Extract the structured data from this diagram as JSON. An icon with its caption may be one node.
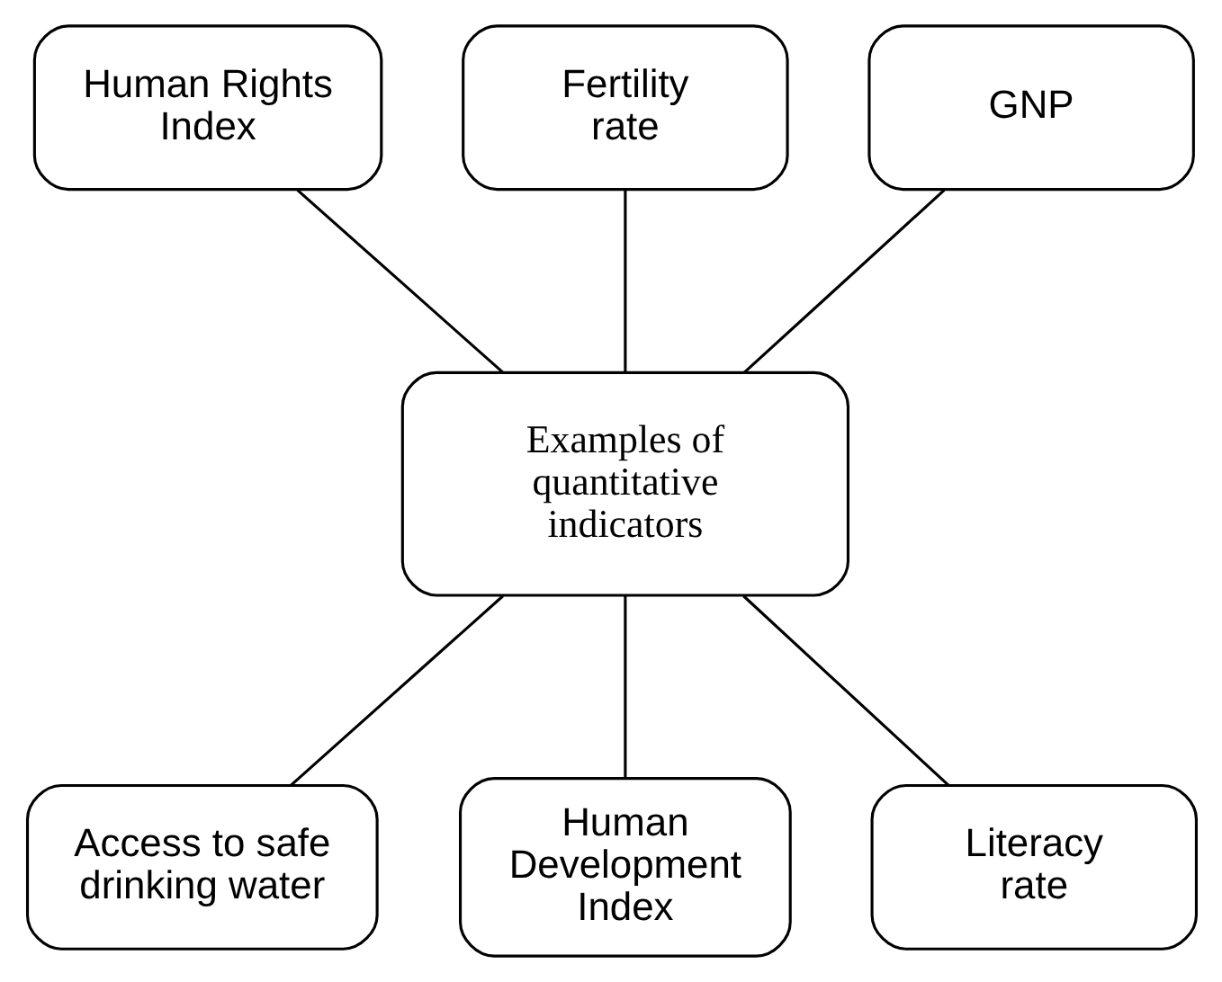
{
  "diagram": {
    "nodes": [
      {
        "text": [
          "Examples of quantitative indicators"
        ]
      },
      {
        "text": [
          "Human Rights Index"
        ]
      },
      {
        "text": [
          "Fertility rate"
        ]
      },
      {
        "text": [
          "GNP"
        ]
      },
      {
        "text": [
          "Access to safe drinking water"
        ]
      },
      {
        "text": [
          "Human Development Index"
        ]
      },
      {
        "text": [
          "Literacy rate"
        ]
      }
    ],
    "edges": [
      {
        "from": 0,
        "to": 1,
        "arrow": "none"
      },
      {
        "from": 0,
        "to": 2,
        "arrow": "none"
      },
      {
        "from": 0,
        "to": 3,
        "arrow": "none"
      },
      {
        "from": 0,
        "to": 4,
        "arrow": "none"
      },
      {
        "from": 0,
        "to": 5,
        "arrow": "none"
      },
      {
        "from": 0,
        "to": 6,
        "arrow": "none"
      }
    ]
  }
}
